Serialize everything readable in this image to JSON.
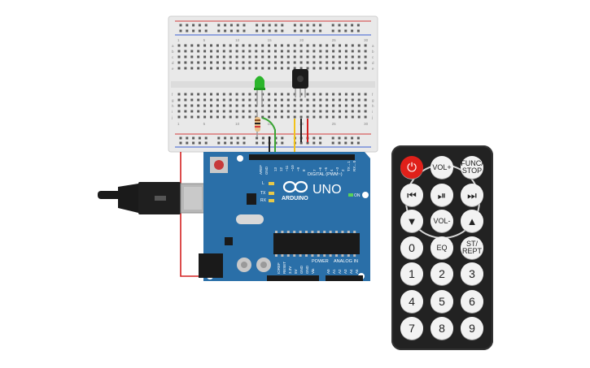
{
  "board": {
    "brand_logo": "∞",
    "brand_text": "ARDUINO",
    "model": "UNO",
    "digital_header": "DIGITAL (PWM~)",
    "analog_header": "ANALOG IN",
    "power_header": "POWER",
    "on_label": "ON",
    "led_labels": [
      "L",
      "TX",
      "RX"
    ],
    "aref_labels": [
      "AREF",
      "GND"
    ],
    "digital_pins": [
      "13",
      "12",
      "~11",
      "~10",
      "~9",
      "8",
      "7",
      "~6",
      "~5",
      "4",
      "~3",
      "2",
      "TX→1",
      "RX←0"
    ],
    "power_pins": [
      "IOREF",
      "RESET",
      "3.3V",
      "5V",
      "GND",
      "GND",
      "Vin"
    ],
    "analog_pins": [
      "A0",
      "A1",
      "A2",
      "A3",
      "A4",
      "A5"
    ]
  },
  "breadboard": {
    "column_numbers": [
      "1",
      "5",
      "10",
      "15",
      "20",
      "25",
      "30"
    ],
    "row_letters_top": [
      "a",
      "b",
      "c",
      "d",
      "e"
    ],
    "row_letters_bottom": [
      "f",
      "g",
      "h",
      "i",
      "j"
    ]
  },
  "remote": {
    "buttons": [
      {
        "key": "power",
        "label": "⏻"
      },
      {
        "key": "vol_up",
        "label": "VOL+"
      },
      {
        "key": "func_stop",
        "label": "FUNC/ STOP"
      },
      {
        "key": "prev",
        "label": "⏮"
      },
      {
        "key": "play_pause",
        "label": "⏯"
      },
      {
        "key": "next",
        "label": "⏭"
      },
      {
        "key": "down",
        "label": "▼"
      },
      {
        "key": "vol_down",
        "label": "VOL-"
      },
      {
        "key": "up",
        "label": "▲"
      },
      {
        "key": "0",
        "label": "0"
      },
      {
        "key": "eq",
        "label": "EQ"
      },
      {
        "key": "st_rept",
        "label": "ST/ REPT"
      },
      {
        "key": "1",
        "label": "1"
      },
      {
        "key": "2",
        "label": "2"
      },
      {
        "key": "3",
        "label": "3"
      },
      {
        "key": "4",
        "label": "4"
      },
      {
        "key": "5",
        "label": "5"
      },
      {
        "key": "6",
        "label": "6"
      },
      {
        "key": "7",
        "label": "7"
      },
      {
        "key": "8",
        "label": "8"
      },
      {
        "key": "9",
        "label": "9"
      }
    ]
  },
  "colors": {
    "board_blue": "#2a6fa8",
    "breadboard": "#e9e9e9",
    "wire_red": "#d42020",
    "wire_green": "#3aa535",
    "wire_yellow": "#f2c21b",
    "wire_black": "#222222",
    "led_green": "#2bb52b",
    "remote_body": "#222222",
    "power_button": "#e0201a"
  }
}
